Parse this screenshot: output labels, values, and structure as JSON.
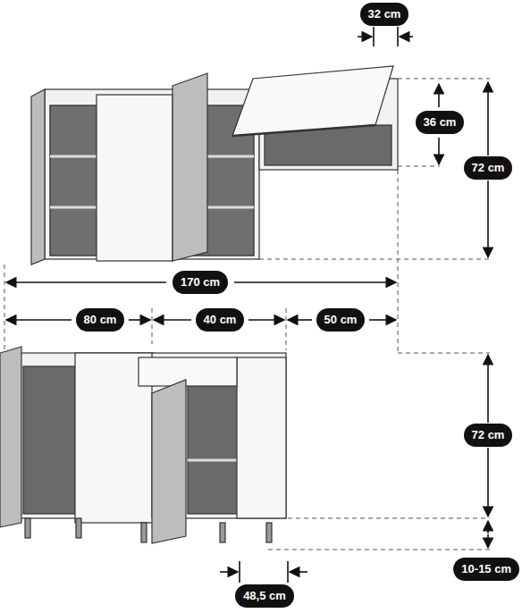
{
  "diagram": {
    "labels": [
      "32 cm",
      "36 cm",
      "72 cm",
      "170 cm",
      "80 cm",
      "40 cm",
      "50 cm",
      "72 cm",
      "10-15 cm",
      "48,5 cm"
    ]
  }
}
